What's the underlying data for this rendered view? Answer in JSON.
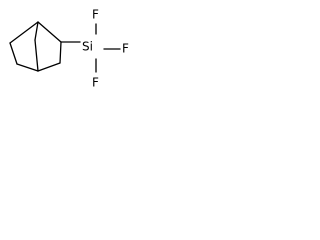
{
  "molecule": {
    "substituent_atom": "Si",
    "halogens": [
      "F",
      "F",
      "F"
    ]
  }
}
